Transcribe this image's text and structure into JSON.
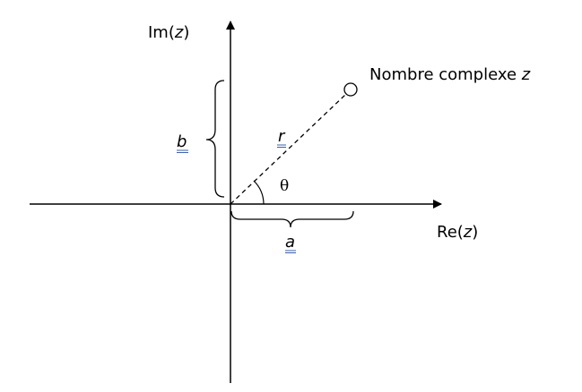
{
  "diagram": {
    "y_axis_label": {
      "prefix": "Im(",
      "var": "z",
      "suffix": ")"
    },
    "x_axis_label": {
      "prefix": "Re(",
      "var": "z",
      "suffix": ")"
    },
    "point_label": {
      "text": "Nombre complexe ",
      "var": "z"
    },
    "real_part_label": "a",
    "imag_part_label": "b",
    "modulus_label": "r",
    "angle_label": "θ",
    "colors": {
      "stroke": "#000000",
      "underline": "#3a5fa8"
    }
  }
}
